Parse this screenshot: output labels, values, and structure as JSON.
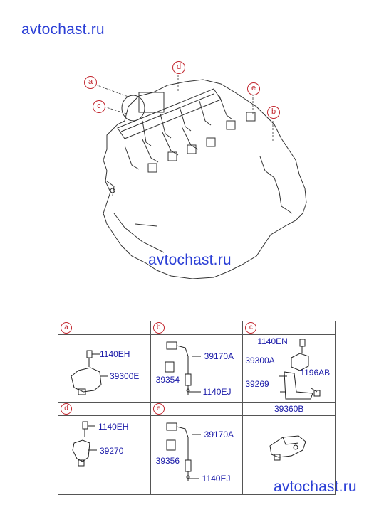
{
  "watermarks": [
    "avtochast.ru",
    "avtochast.ru",
    "avtochast.ru"
  ],
  "callouts": {
    "a": "a",
    "b": "b",
    "c": "c",
    "d": "d",
    "e": "e"
  },
  "table": {
    "row1": [
      {
        "letter": "a",
        "parts": [
          "1140EH",
          "39300E"
        ]
      },
      {
        "letter": "b",
        "parts": [
          "39170A",
          "39354",
          "1140EJ"
        ]
      },
      {
        "letter": "c",
        "parts": [
          "1140EN",
          "39300A",
          "1196AB",
          "39269"
        ]
      }
    ],
    "row2": [
      {
        "letter": "d",
        "parts": [
          "1140EH",
          "39270"
        ]
      },
      {
        "letter": "e",
        "parts": [
          "39170A",
          "39356",
          "1140EJ"
        ]
      },
      {
        "header_code": "39360B"
      }
    ]
  },
  "colors": {
    "watermark": "#2b3fd6",
    "callout": "#c2262e",
    "partcode": "#1a1aa8"
  }
}
